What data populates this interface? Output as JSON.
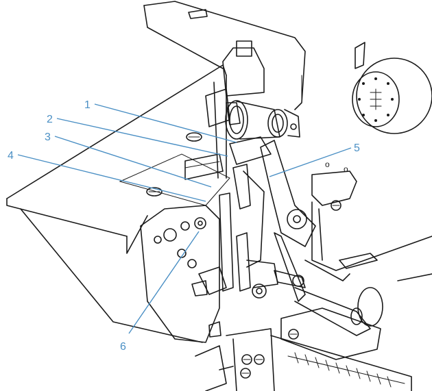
{
  "callouts": [
    {
      "id": "1",
      "label": "1"
    },
    {
      "id": "2",
      "label": "2"
    },
    {
      "id": "3",
      "label": "3"
    },
    {
      "id": "4",
      "label": "4"
    },
    {
      "id": "5",
      "label": "5"
    },
    {
      "id": "6",
      "label": "6"
    }
  ],
  "markers": [
    "o",
    "o"
  ],
  "colors": {
    "callout": "#4a8fc4",
    "ink": "#1a1a1a",
    "background": "#ffffff"
  }
}
